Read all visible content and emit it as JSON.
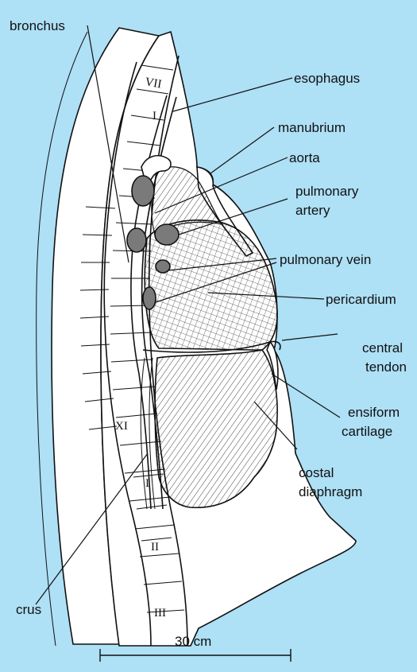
{
  "labels": {
    "bronchus": "bronchus",
    "esophagus": "esophagus",
    "manubrium": "manubrium",
    "aorta": "aorta",
    "pulmonary_artery_1": "pulmonary",
    "pulmonary_artery_2": "artery",
    "pulmonary_vein": "pulmonary vein",
    "pericardium": "pericardium",
    "central_tendon_1": "central",
    "central_tendon_2": "tendon",
    "ensiform_1": "ensiform",
    "ensiform_2": "cartilage",
    "costal_1": "costal",
    "costal_2": "diaphragm",
    "crus": "crus"
  },
  "vertebrae": {
    "vii": "VII",
    "i_thoracic": "I",
    "xi": "XI",
    "i_lumbar": "I",
    "ii": "II",
    "iii": "III"
  },
  "scale_bar": {
    "label": "30 cm"
  },
  "colors": {
    "background": "#aee0f6",
    "vessel": "#7a7a7a",
    "ink": "#111111",
    "tissue": "#ffffff"
  }
}
